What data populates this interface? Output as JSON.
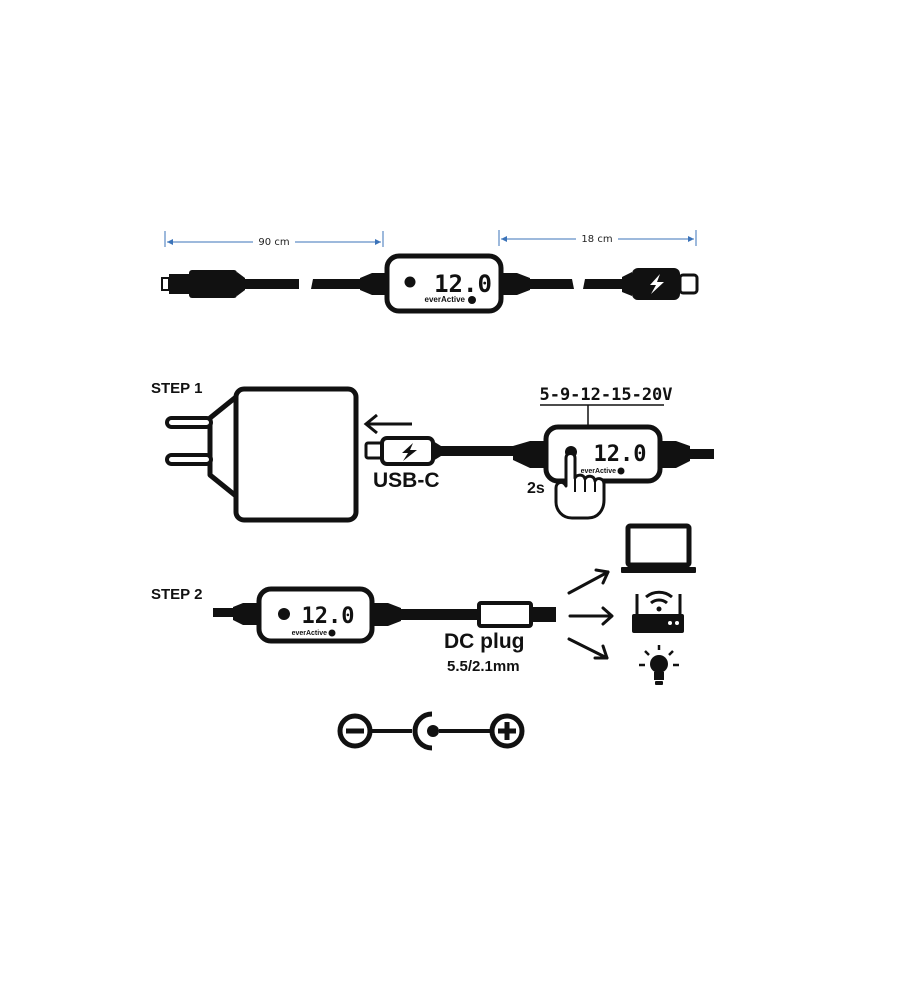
{
  "top_view": {
    "left_length": "90 cm",
    "right_length": "18 cm",
    "display_value": "12.0",
    "brand": "everActive"
  },
  "step1": {
    "label": "STEP 1",
    "connector_label": "USB-C",
    "voltage_options": "5-9-12-15-20V",
    "display_value": "12.0",
    "brand": "everActive",
    "press_time": "2s"
  },
  "step2": {
    "label": "STEP 2",
    "display_value": "12.0",
    "brand": "everActive",
    "plug_label": "DC plug",
    "plug_size": "5.5/2.1mm",
    "devices": [
      "laptop-icon",
      "router-icon",
      "lamp-icon"
    ]
  },
  "polarity": {
    "symbols": [
      "minus-symbol",
      "center-positive-plug-symbol",
      "plus-symbol"
    ]
  },
  "colors": {
    "ink": "#111111",
    "dimension_line": "#3b73b9"
  }
}
